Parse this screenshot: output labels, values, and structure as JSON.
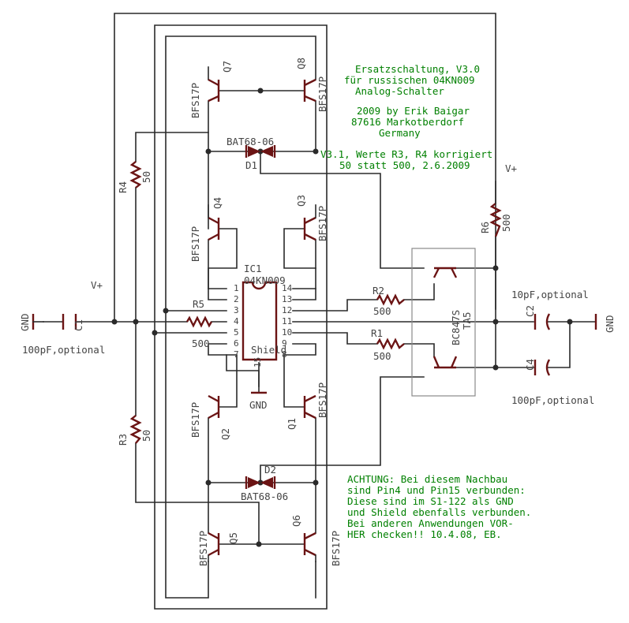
{
  "notes": {
    "title": [
      "Ersatzschaltung, V3.0",
      "für russischen 04KN009",
      "Analog-Schalter"
    ],
    "author": [
      "2009 by Erik Baigar",
      "87616 Markotberdorf",
      "Germany"
    ],
    "revision": [
      "V3.1, Werte R3, R4 korrigiert",
      "50 statt 500, 2.6.2009"
    ],
    "warning": [
      "ACHTUNG: Bei diesem Nachbau",
      "sind Pin4 und Pin15 verbunden:",
      "Diese sind im S1-122 als GND",
      "und Shield ebenfalls verbunden.",
      "Bei anderen Anwendungen VOR-",
      "HER checken!! 10.4.08, EB."
    ]
  },
  "ic": {
    "name": "IC1",
    "value": "04KN009",
    "shield": "Shield",
    "left_pins": [
      "1",
      "2",
      "3",
      "4",
      "5",
      "6",
      "7"
    ],
    "right_pins": [
      "14",
      "13",
      "12",
      "11",
      "10",
      "9",
      "8"
    ],
    "bottom_pin": "15"
  },
  "transistors": [
    {
      "name": "Q7",
      "type": "BFS17P"
    },
    {
      "name": "Q8",
      "type": "BFS17P"
    },
    {
      "name": "Q4",
      "type": "BFS17P"
    },
    {
      "name": "Q3",
      "type": "BFS17P"
    },
    {
      "name": "Q2",
      "type": "BFS17P"
    },
    {
      "name": "Q1",
      "type": "BFS17P"
    },
    {
      "name": "Q5",
      "type": "BFS17P"
    },
    {
      "name": "Q6",
      "type": "BFS17P"
    }
  ],
  "diodes": [
    {
      "name": "D1",
      "type": "BAT68-06"
    },
    {
      "name": "D2",
      "type": "BAT68-06"
    }
  ],
  "resistors": [
    {
      "name": "R1",
      "value": "500"
    },
    {
      "name": "R2",
      "value": "500"
    },
    {
      "name": "R3",
      "value": "50"
    },
    {
      "name": "R4",
      "value": "50"
    },
    {
      "name": "R5",
      "value": "500"
    },
    {
      "name": "R6",
      "value": "500"
    }
  ],
  "capacitors": [
    {
      "name": "C1",
      "value": "100pF,optional"
    },
    {
      "name": "C2",
      "value": "10pF,optional"
    },
    {
      "name": "C4",
      "value": "100pF,optional"
    }
  ],
  "array": {
    "name": "TA5",
    "type": "BC847S"
  },
  "supply": {
    "vplus": "V+",
    "gnd": "GND"
  }
}
